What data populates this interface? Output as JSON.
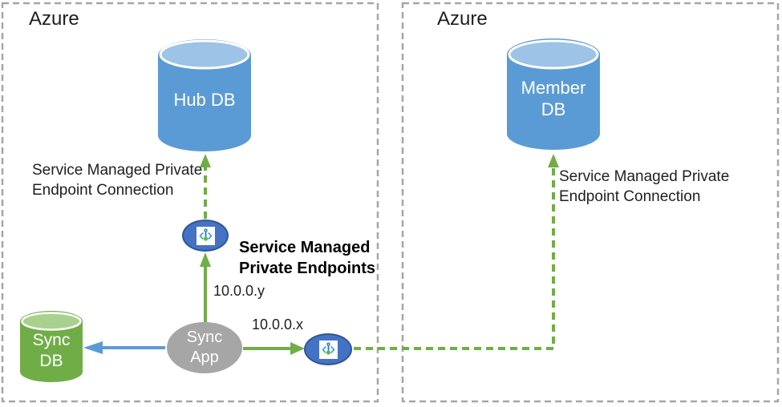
{
  "regions": {
    "left_azure": {
      "label": "Azure"
    },
    "right_azure": {
      "label": "Azure"
    }
  },
  "nodes": {
    "hub_db": {
      "label": "Hub DB",
      "type": "database"
    },
    "member_db": {
      "label_line1": "Member",
      "label_line2": "DB",
      "type": "database"
    },
    "sync_db": {
      "label_line1": "Sync",
      "label_line2": "DB",
      "type": "database"
    },
    "sync_app": {
      "label_line1": "Sync",
      "label_line2": "App",
      "type": "application"
    },
    "private_endpoint_left": {
      "icon": "private-endpoint-icon"
    },
    "private_endpoint_right": {
      "icon": "private-endpoint-icon"
    }
  },
  "labels": {
    "hub_connection": {
      "line1": "Service Managed Private",
      "line2": "Endpoint Connection"
    },
    "member_connection": {
      "line1": "Service Managed Private",
      "line2": "Endpoint Connection"
    },
    "private_endpoints_title": {
      "line1": "Service Managed",
      "line2": "Private Endpoints"
    },
    "ip_to_hub": "10.0.0.y",
    "ip_to_member": "10.0.0.x"
  },
  "colors": {
    "db_blue": "#5b9bd5",
    "db_blue_top": "#9dc3e6",
    "db_green": "#70ad47",
    "db_green_top": "#a9d18e",
    "app_gray": "#a6a6a6",
    "endpoint_fill": "#4472c4",
    "endpoint_border": "#2f5597",
    "arrow_green": "#70ad47",
    "arrow_blue": "#5b9bd5",
    "region_border": "#a6a6a6",
    "icon_chevron_blue": "#41a5dd",
    "icon_pin_blue": "#2e75b6",
    "icon_dot_green": "#5fba46",
    "cylinder_rim": "#ffffff",
    "text": "#1f1f1f"
  }
}
